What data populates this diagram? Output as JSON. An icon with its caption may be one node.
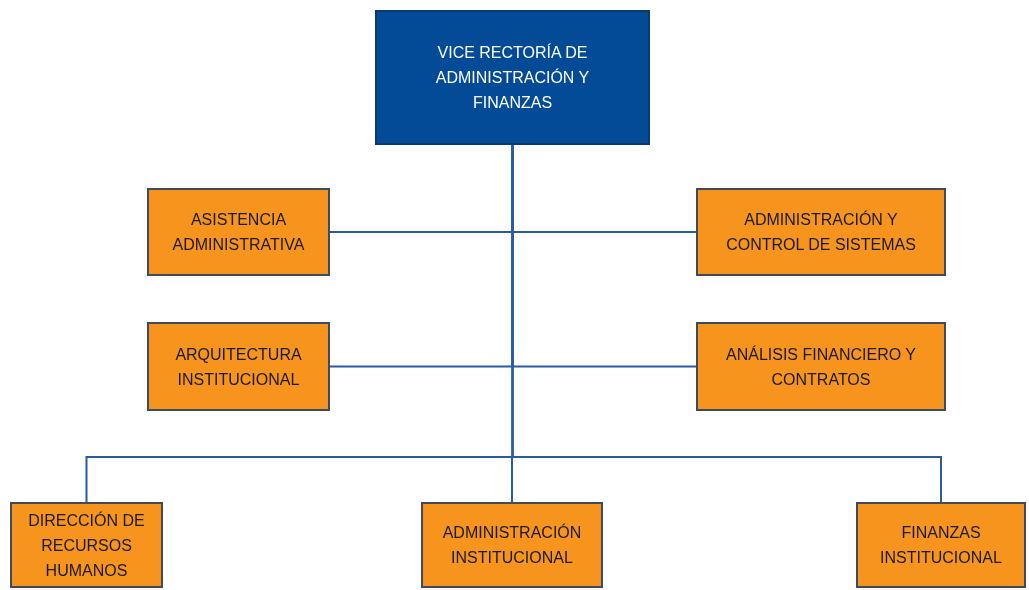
{
  "diagram": {
    "nodes": [
      {
        "text": [
          "VICE RECTORÍA DE ADMINISTRACIÓN Y FINANZAS"
        ]
      },
      {
        "text": [
          "ASISTENCIA ADMINISTRATIVA"
        ]
      },
      {
        "text": [
          "ADMINISTRACIÓN Y CONTROL DE SISTEMAS"
        ]
      },
      {
        "text": [
          "ARQUITECTURA INSTITUCIONAL"
        ]
      },
      {
        "text": [
          "ANÁLISIS FINANCIERO Y CONTRATOS"
        ]
      },
      {
        "text": [
          "DIRECCIÓN DE RECURSOS HUMANOS"
        ]
      },
      {
        "text": [
          "ADMINISTRACIÓN INSTITUCIONAL"
        ]
      },
      {
        "text": [
          "FINANZAS INSTITUCIONAL"
        ]
      }
    ],
    "edges": [
      {
        "from": 0,
        "to": 1,
        "arrow": "none"
      },
      {
        "from": 0,
        "to": 2,
        "arrow": "none"
      },
      {
        "from": 0,
        "to": 3,
        "arrow": "none"
      },
      {
        "from": 0,
        "to": 4,
        "arrow": "none"
      },
      {
        "from": 0,
        "to": 5,
        "arrow": "none"
      },
      {
        "from": 0,
        "to": 6,
        "arrow": "none"
      },
      {
        "from": 0,
        "to": 7,
        "arrow": "none"
      }
    ]
  }
}
